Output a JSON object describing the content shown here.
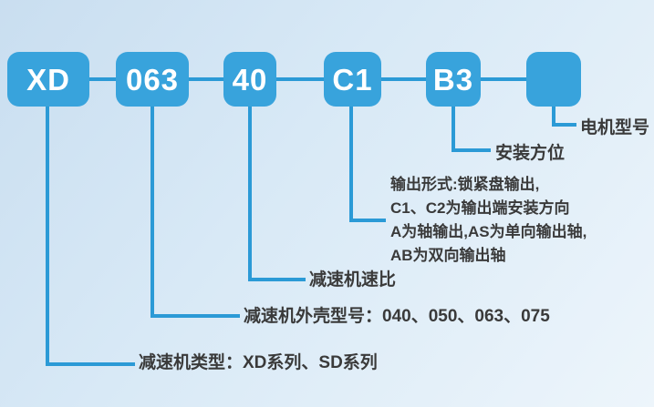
{
  "colors": {
    "box_fill": "#38a3dc",
    "line": "#2b9ad6",
    "label_text": "#3a3a3a",
    "box_text": "#ffffff",
    "bg_top": "#c9def0",
    "bg_mid": "#d8e9f6",
    "bg_bottom": "#edf5fb"
  },
  "model_code": {
    "segments": [
      {
        "code": "XD",
        "meaning": "减速机类型：XD系列、SD系列"
      },
      {
        "code": "063",
        "meaning": "减速机外壳型号：040、050、063、075"
      },
      {
        "code": "40",
        "meaning": "减速机速比"
      },
      {
        "code": "C1",
        "meaning_lines": [
          "输出形式:锁紧盘输出,",
          "C1、C2为输出端安装方向",
          "A为轴输出,AS为单向输出轴,",
          "AB为双向输出轴"
        ]
      },
      {
        "code": "B3",
        "meaning": "安装方位"
      },
      {
        "code": "",
        "meaning": "电机型号"
      }
    ]
  }
}
